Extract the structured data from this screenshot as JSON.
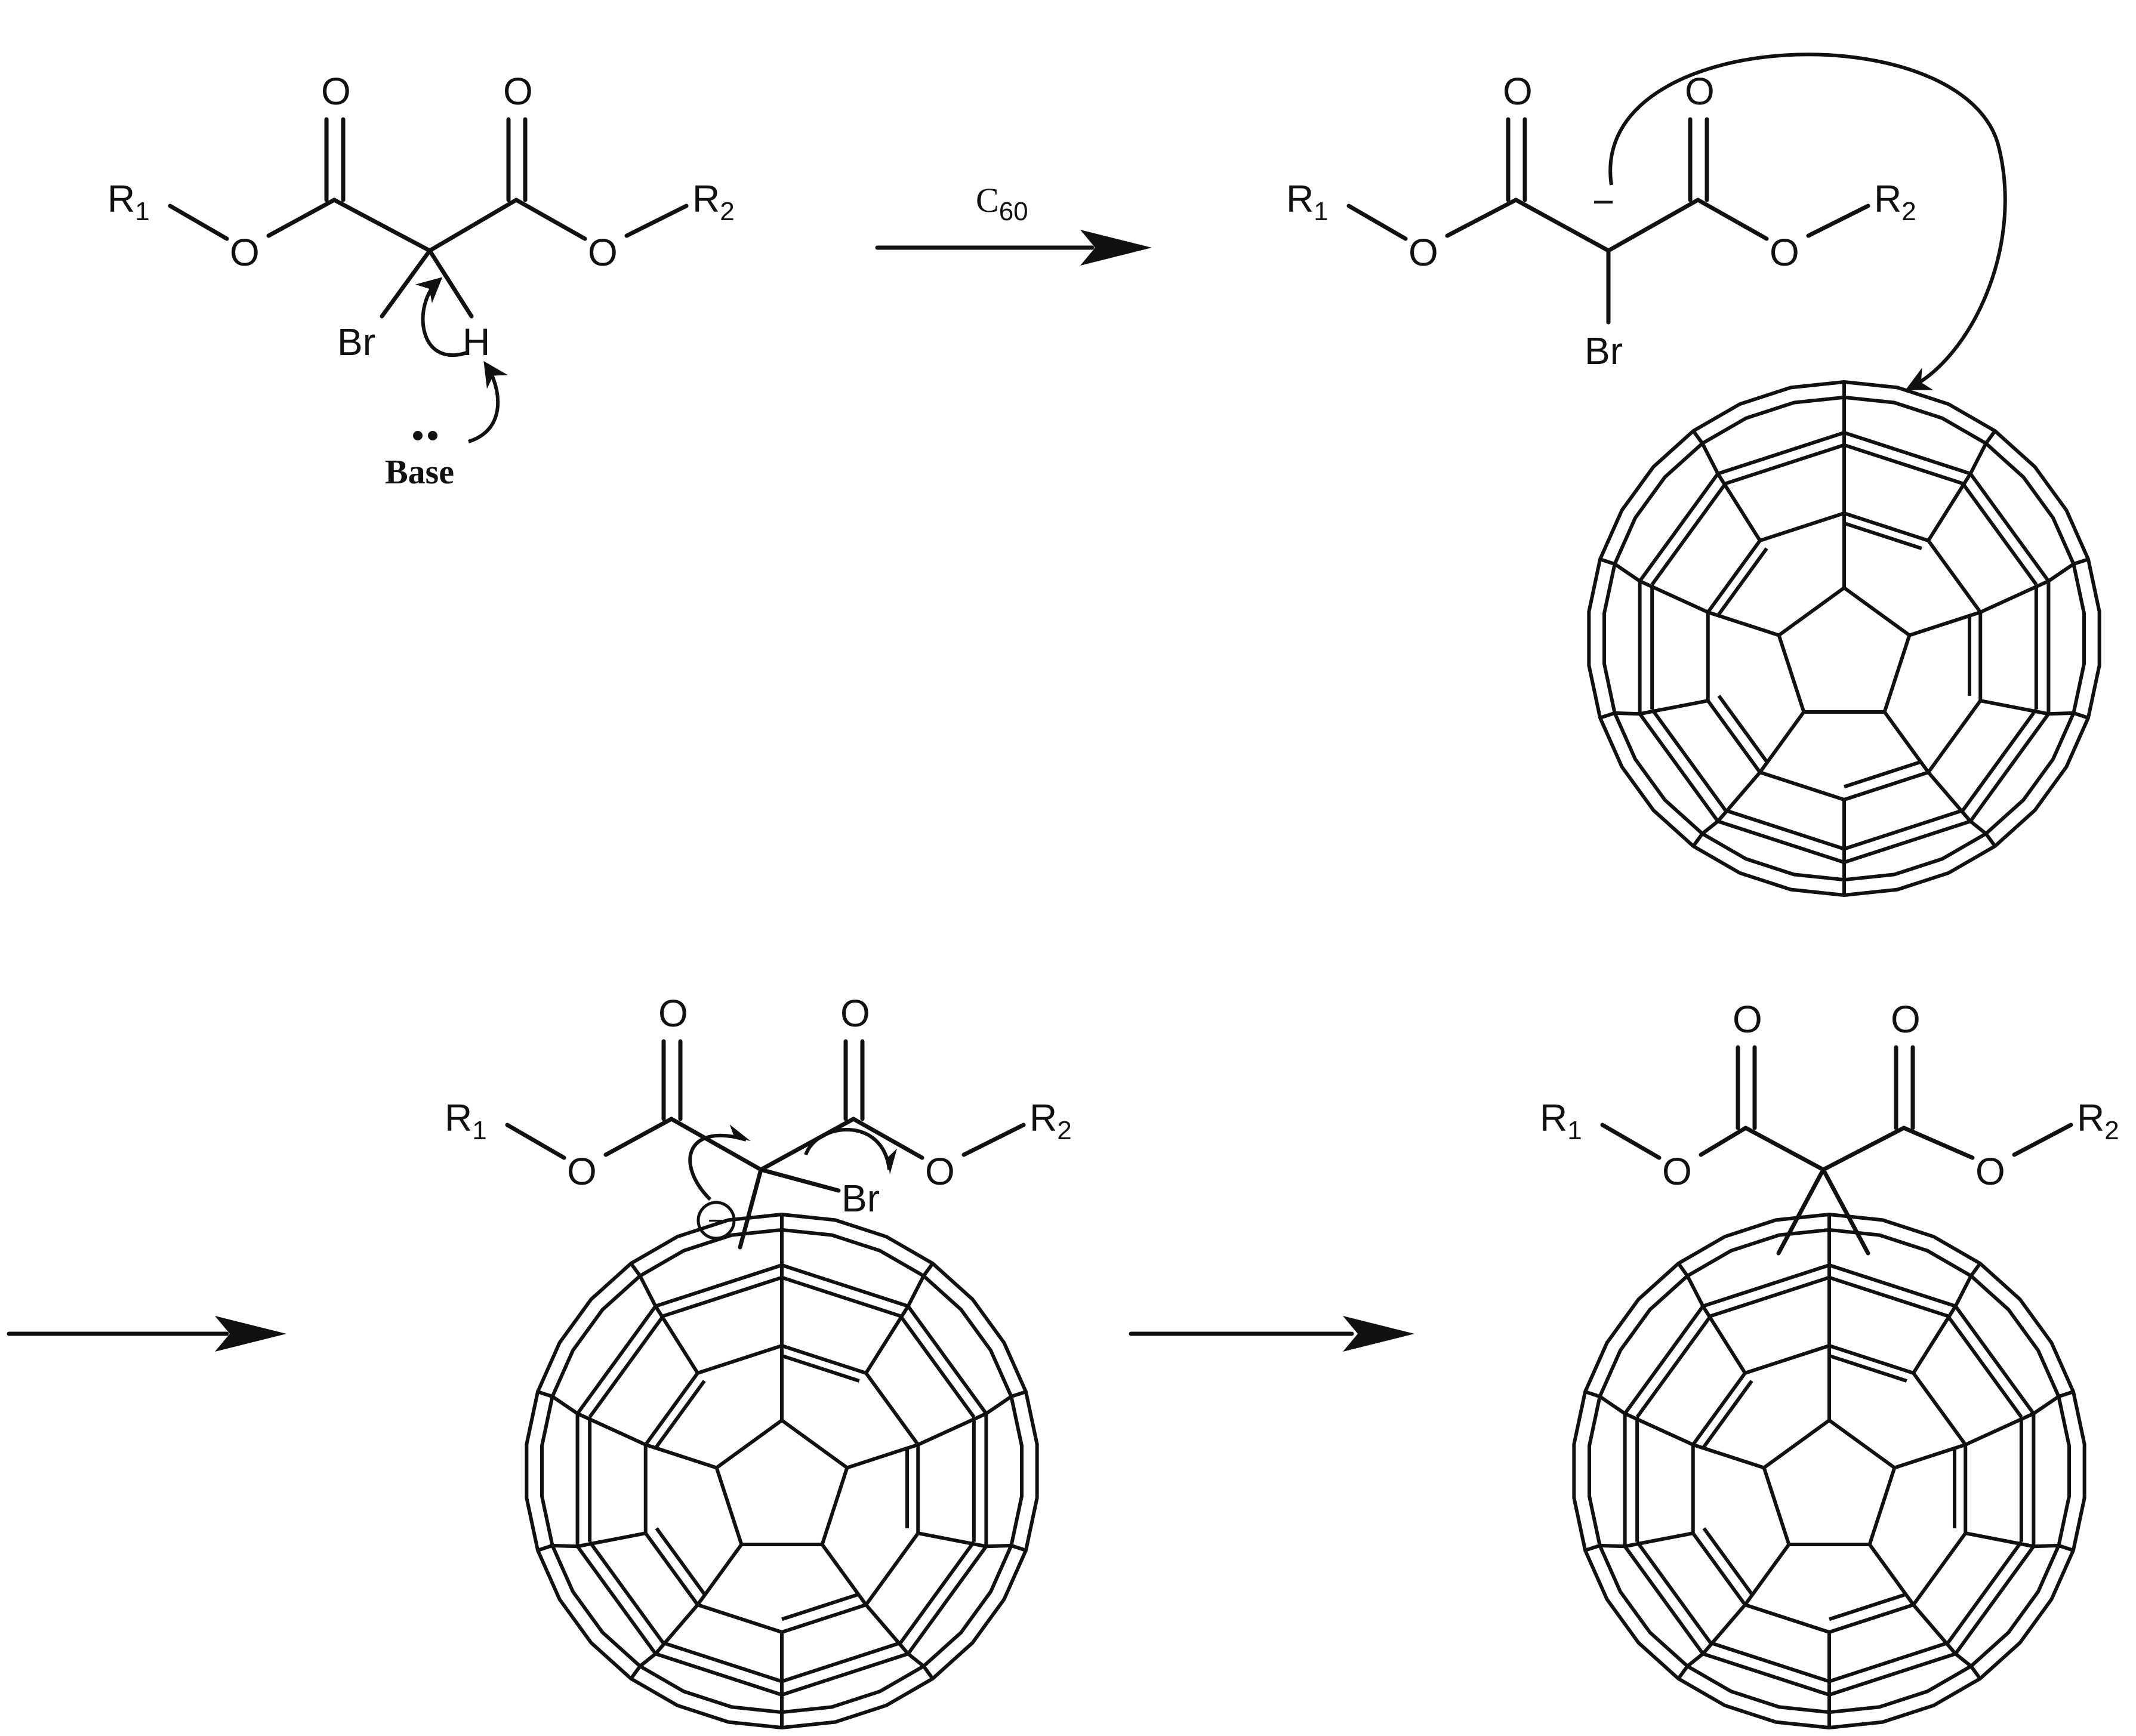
{
  "atoms": {
    "oxygen": "O",
    "hydrogen": "H",
    "bromine": "Br",
    "r1_symbol": "R",
    "r1_sub": "1",
    "r2_symbol": "R",
    "r2_sub": "2",
    "charge_minus": "−"
  },
  "reagents": {
    "step1_label": "C",
    "step1_sub": "60",
    "base": "Base"
  }
}
